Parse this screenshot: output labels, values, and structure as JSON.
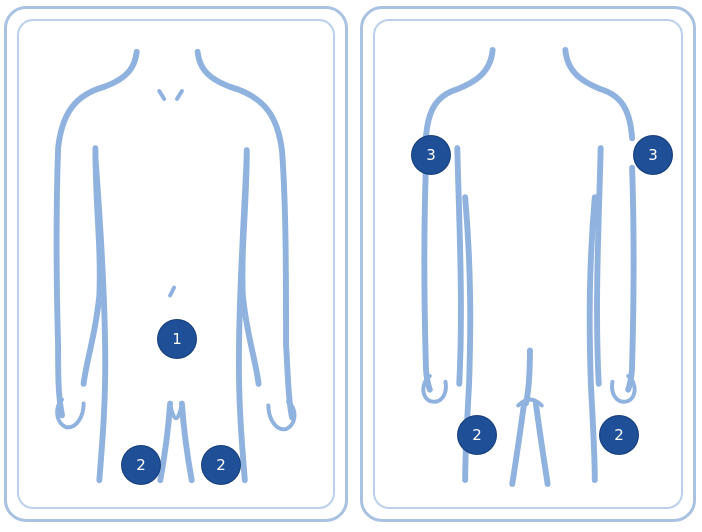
{
  "colors": {
    "panel_border": "#a9c2e2",
    "body_outline": "#8fb2de",
    "marker_fill": "#1f4f97",
    "marker_text": "#ffffff"
  },
  "front_view": {
    "markers": [
      {
        "label": "1",
        "icon": "numbered-marker"
      },
      {
        "label": "2",
        "icon": "numbered-marker"
      },
      {
        "label": "2",
        "icon": "numbered-marker"
      }
    ]
  },
  "back_view": {
    "markers": [
      {
        "label": "3",
        "icon": "numbered-marker"
      },
      {
        "label": "3",
        "icon": "numbered-marker"
      },
      {
        "label": "2",
        "icon": "numbered-marker"
      },
      {
        "label": "2",
        "icon": "numbered-marker"
      }
    ]
  }
}
